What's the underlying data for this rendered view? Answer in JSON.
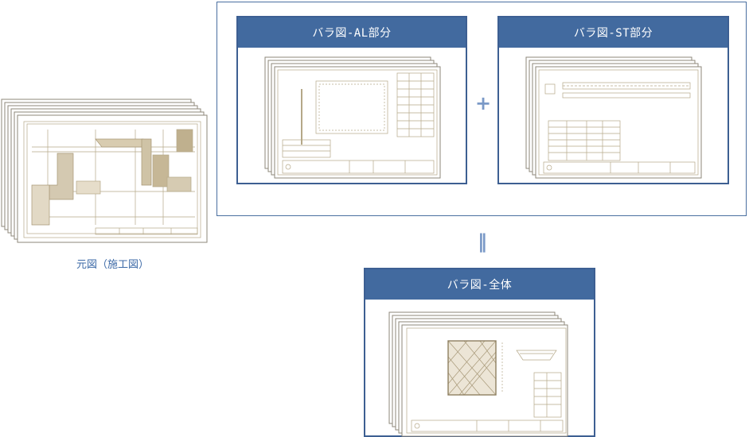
{
  "original": {
    "caption": "元図（施工図）"
  },
  "group": {
    "al_panel": {
      "title": "バラ図-AL部分"
    },
    "st_panel": {
      "title": "バラ図-ST部分"
    },
    "plus_symbol": "+"
  },
  "equals_symbol": "‖",
  "result_panel": {
    "title": "バラ図-全体"
  },
  "colors": {
    "panel_header": "#426a9f",
    "panel_border": "#3d5f92",
    "operator": "#7a99c7",
    "caption": "#3d6aa7",
    "drawing_line": "#b5a888"
  }
}
